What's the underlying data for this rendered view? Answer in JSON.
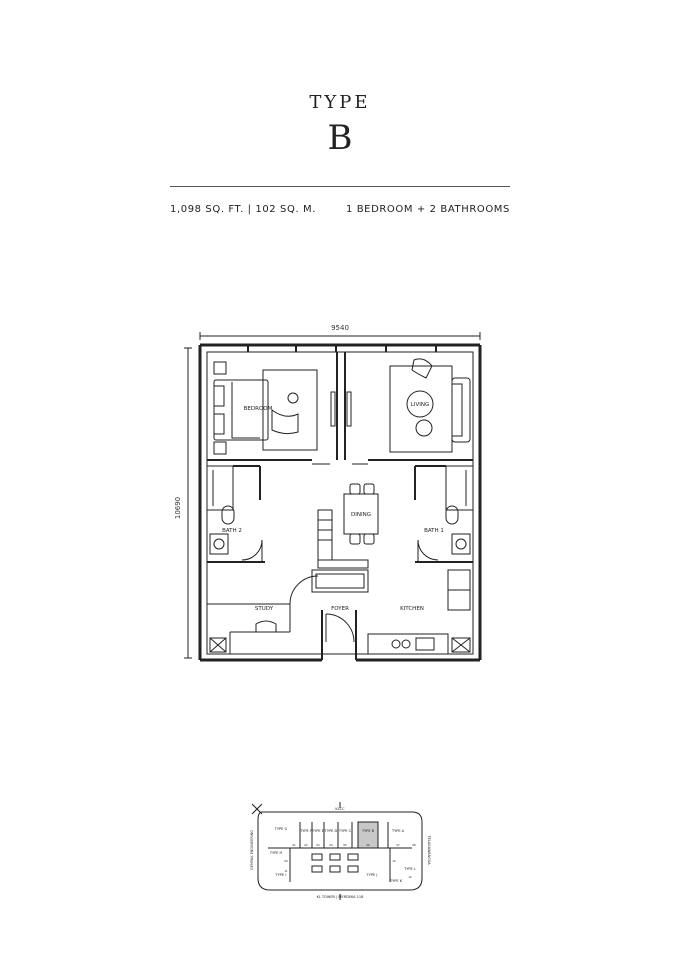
{
  "header": {
    "type_label": "TYPE",
    "type_letter": "B",
    "area": "1,098 SQ. FT. | 102 SQ. M.",
    "rooms": "1 BEDROOM + 2 BATHROOMS"
  },
  "plan": {
    "width_dim": "9540",
    "height_dim": "10690",
    "rooms": {
      "bedroom": "BEDROOM",
      "living": "LIVING",
      "dining": "DINING",
      "bath2": "BATH 2",
      "bath1": "BATH 1",
      "study": "STUDY",
      "foyer": "FOYER",
      "kitchen": "KITCHEN"
    }
  },
  "keyplan": {
    "top_label": "KLCC",
    "bottom_label": "KL TOWER | MERDEKA 118",
    "left_label": "GEMPAK ENGINEERING",
    "right_label": "TELAGAWANGSA",
    "units": {
      "g": "TYPE G",
      "f": "TYPE F",
      "e": "TYPE E",
      "d": "TYPE D",
      "c": "TYPE C",
      "b": "TYPE B",
      "a": "TYPE A",
      "h": "TYPE H",
      "i": "TYPE I",
      "j": "TYPE J",
      "k": "TYPE K",
      "l": "TYPE L"
    },
    "numbers": [
      "01",
      "02",
      "03",
      "04",
      "05",
      "06",
      "07",
      "08",
      "09",
      "10",
      "11",
      "12"
    ]
  },
  "colors": {
    "line": "#222222",
    "highlight": "#c8c8c8"
  }
}
